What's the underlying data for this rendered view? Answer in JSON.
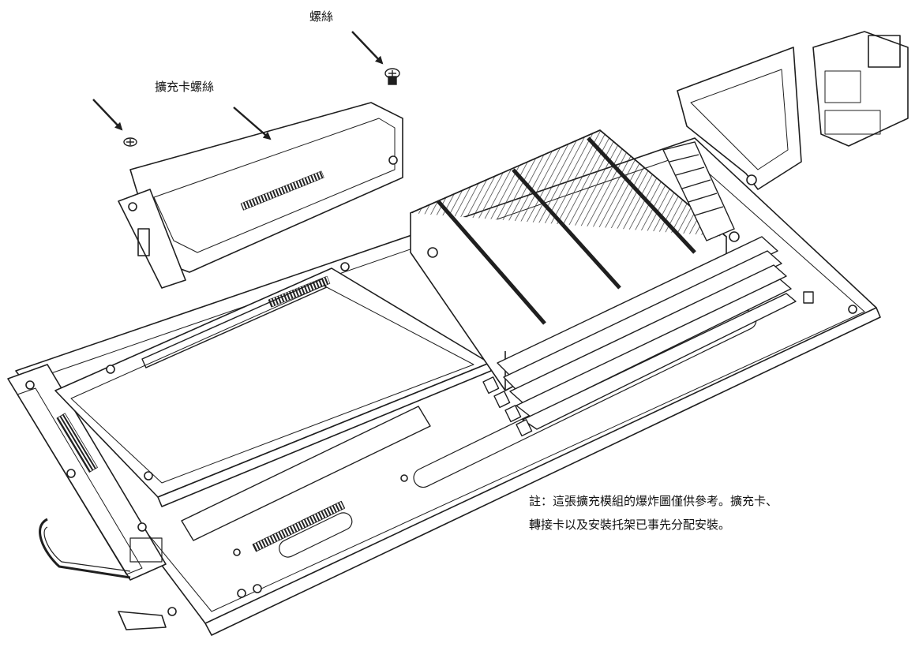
{
  "labels": {
    "screw": "螺絲",
    "card_screw": "擴充卡螺絲"
  },
  "note": {
    "line1": "註：這張擴充模組的爆炸圖僅供參考。擴充卡、",
    "line2": "轉接卡以及安裝托架已事先分配安裝。"
  },
  "colors": {
    "line": "#1f1f1f",
    "paper": "#ffffff"
  }
}
